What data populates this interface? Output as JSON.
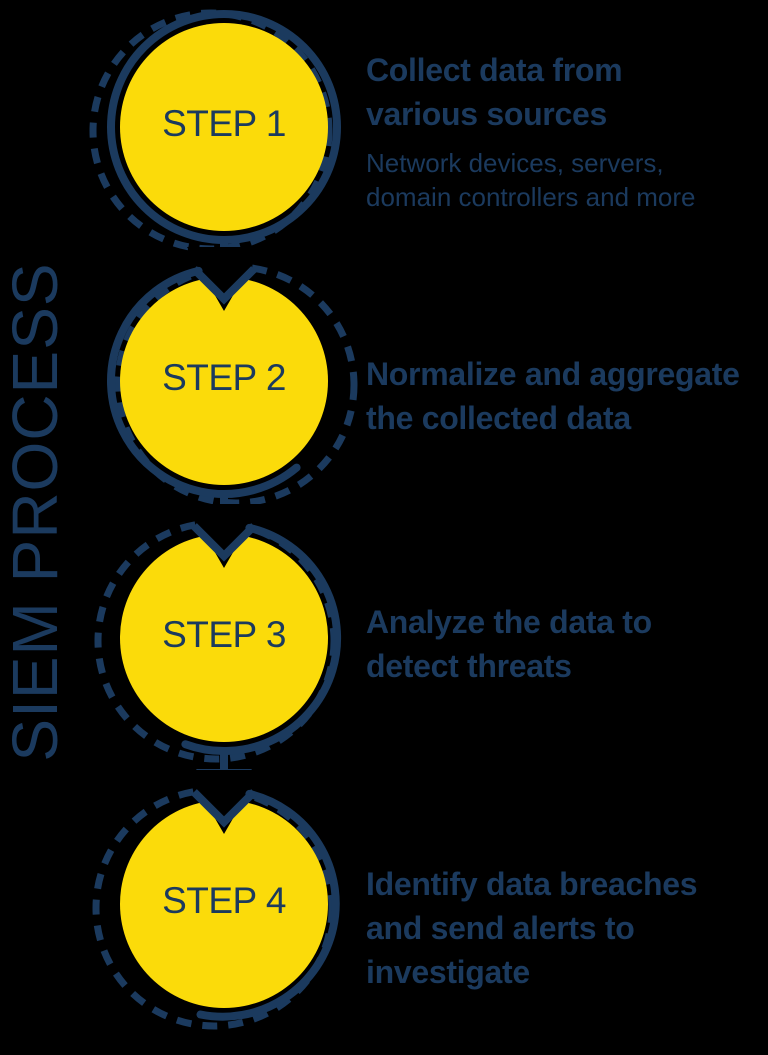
{
  "title": "SIEM PROCESS",
  "colors": {
    "navy": "#1b3a5e",
    "yellow": "#fbdb0a",
    "bg": "#000000"
  },
  "steps": [
    {
      "label": "STEP 1",
      "heading_lines": [
        "Collect data from",
        "various sources"
      ],
      "sub_lines": [
        "Network devices, servers,",
        "domain controllers and more"
      ]
    },
    {
      "label": "STEP 2",
      "heading_lines": [
        "Normalize and aggregate",
        "the collected data"
      ],
      "sub_lines": []
    },
    {
      "label": "STEP 3",
      "heading_lines": [
        "Analyze the data to",
        "detect threats"
      ],
      "sub_lines": []
    },
    {
      "label": "STEP 4",
      "heading_lines": [
        "Identify data breaches",
        "and send alerts to",
        "investigate"
      ],
      "sub_lines": []
    }
  ]
}
